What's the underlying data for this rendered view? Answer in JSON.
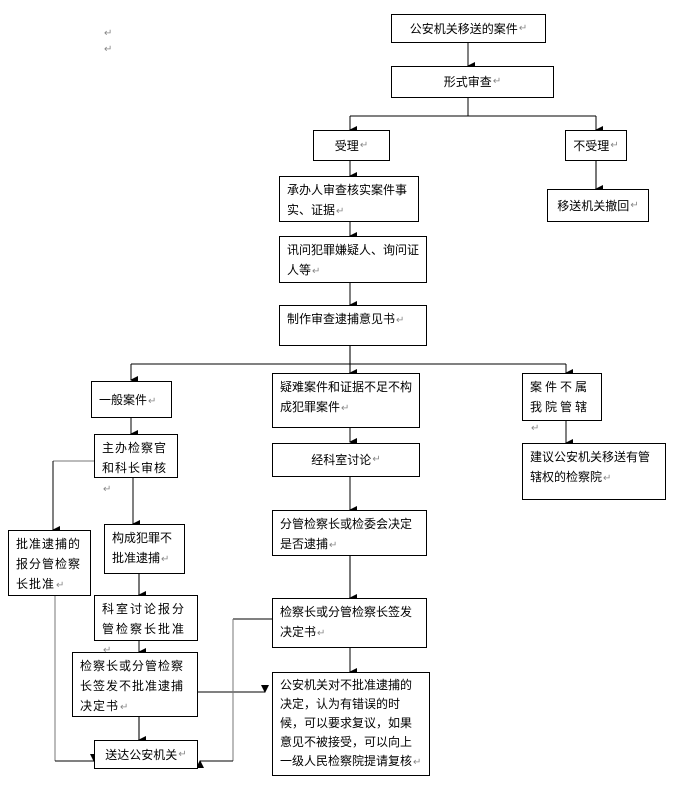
{
  "document": {
    "paragraph_mark": "↵",
    "nodes": {
      "received_case": "公安机关移送的案件",
      "formal_review": "形式审查",
      "accept": "受理",
      "reject": "不受理",
      "return_to_police": "移送机关撤回",
      "verify_facts": "承办人审查核实案件事实、证据",
      "interrogate": "讯问犯罪嫌疑人、询问证人等",
      "arrest_opinion": "制作审查逮捕意见书",
      "general_case": "一般案件",
      "difficult_case": "疑难案件和证据不足不构成犯罪案件",
      "not_jurisdiction": "案件不属我院管辖",
      "suggest_transfer": "建议公安机关移送有管辖权的检察院",
      "prosecutor_review": "主办检察官和科长审核",
      "section_discussion": "经科室讨论",
      "approve_arrest_report": "批准逮捕的报分管检察长批准",
      "crime_no_arrest": "构成犯罪不批准逮捕",
      "committee_decision": "分管检察长或检委会决定是否逮捕",
      "discussion_report": "科室讨论报分管检察长批准",
      "chief_sign_decision": "检察长或分管检察长签发决定书",
      "chief_sign_no_arrest": "检察长或分管检察长签发不批准逮捕决定书",
      "deliver_to_police": "送达公安机关",
      "police_review_request": "公安机关对不批准逮捕的决定，认为有错误的时候，可以要求复议，如果意见不被接受，可以向上一级人民检察院提请复核"
    }
  }
}
